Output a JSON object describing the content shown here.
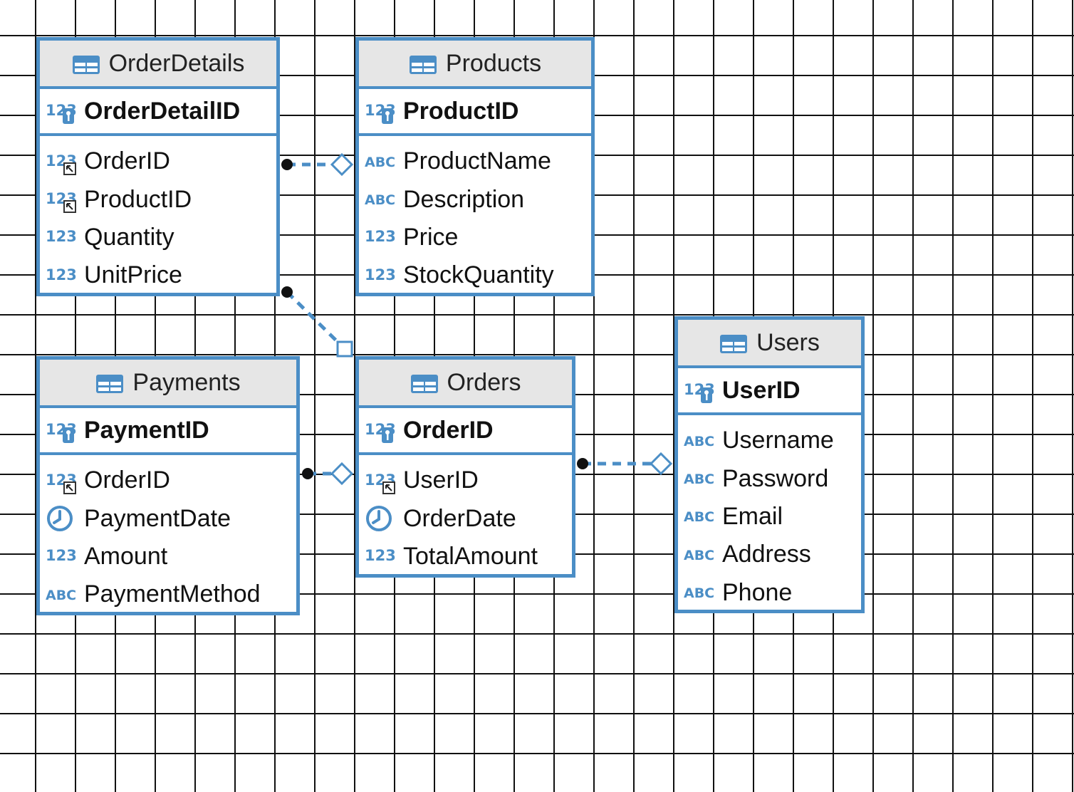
{
  "entities": {
    "order_details": {
      "name": "OrderDetails",
      "pk": "OrderDetailID",
      "columns": [
        {
          "name": "OrderID",
          "icon": "foreign-key-number-icon"
        },
        {
          "name": "ProductID",
          "icon": "foreign-key-number-icon"
        },
        {
          "name": "Quantity",
          "icon": "number-type-icon"
        },
        {
          "name": "UnitPrice",
          "icon": "number-type-icon"
        }
      ]
    },
    "products": {
      "name": "Products",
      "pk": "ProductID",
      "columns": [
        {
          "name": "ProductName",
          "icon": "text-type-icon"
        },
        {
          "name": "Description",
          "icon": "text-type-icon"
        },
        {
          "name": "Price",
          "icon": "number-type-icon"
        },
        {
          "name": "StockQuantity",
          "icon": "number-type-icon"
        }
      ]
    },
    "payments": {
      "name": "Payments",
      "pk": "PaymentID",
      "columns": [
        {
          "name": "OrderID",
          "icon": "foreign-key-number-icon"
        },
        {
          "name": "PaymentDate",
          "icon": "clock-datetime-icon"
        },
        {
          "name": "Amount",
          "icon": "number-type-icon"
        },
        {
          "name": "PaymentMethod",
          "icon": "text-type-icon"
        }
      ]
    },
    "orders": {
      "name": "Orders",
      "pk": "OrderID",
      "columns": [
        {
          "name": "UserID",
          "icon": "foreign-key-number-icon"
        },
        {
          "name": "OrderDate",
          "icon": "clock-datetime-icon"
        },
        {
          "name": "TotalAmount",
          "icon": "number-type-icon"
        }
      ]
    },
    "users": {
      "name": "Users",
      "pk": "UserID",
      "columns": [
        {
          "name": "Username",
          "icon": "text-type-icon"
        },
        {
          "name": "Password",
          "icon": "text-type-icon"
        },
        {
          "name": "Email",
          "icon": "text-type-icon"
        },
        {
          "name": "Address",
          "icon": "text-type-icon"
        },
        {
          "name": "Phone",
          "icon": "text-type-icon"
        }
      ]
    }
  },
  "relations": [
    {
      "from": "OrderDetails.ProductID",
      "to": "Products.ProductID"
    },
    {
      "from": "OrderDetails.OrderID",
      "to": "Orders.OrderID"
    },
    {
      "from": "Payments.OrderID",
      "to": "Orders.OrderID"
    },
    {
      "from": "Orders.UserID",
      "to": "Users.UserID"
    }
  ],
  "icon_labels": {
    "number": "123",
    "text": "ABC"
  },
  "colors": {
    "border": "#4b8ec6",
    "header_bg": "#e6e6e6",
    "grid": "#111111",
    "icon": "#4b8ec6"
  }
}
